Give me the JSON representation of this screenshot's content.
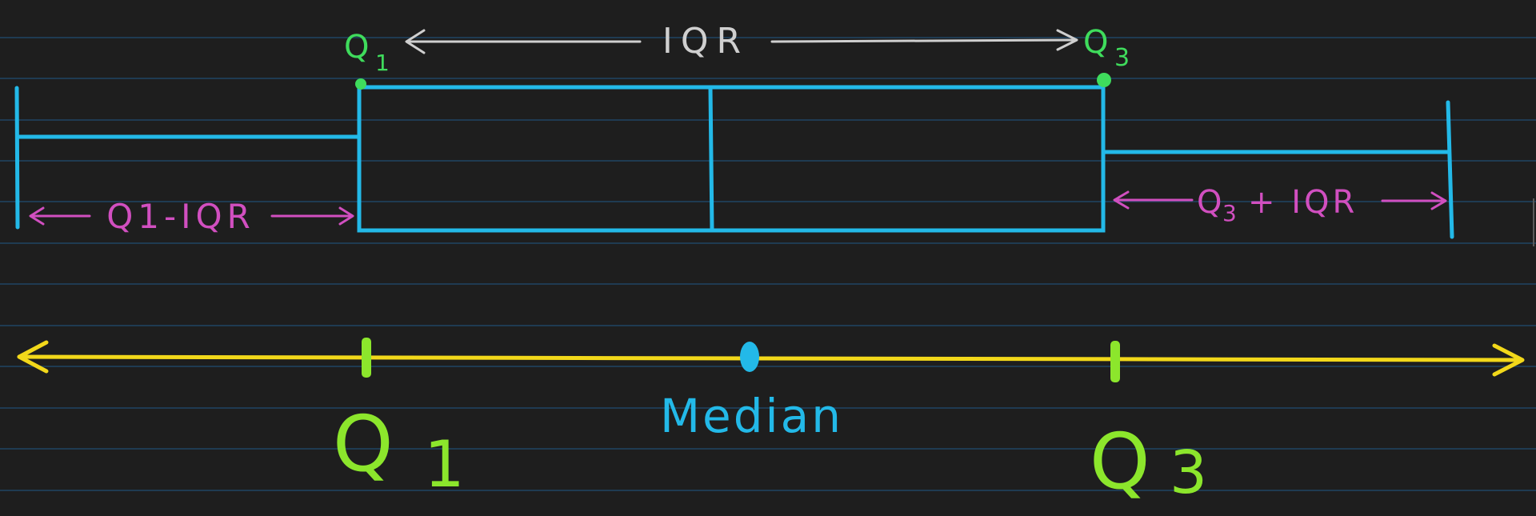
{
  "colors": {
    "background": "#1e1e1e",
    "ruled_line": "#1f3b52",
    "box": "#23b9e8",
    "axis": "#f2d81a",
    "marker": "#8ce62c",
    "iqr_label": "#cfcfcf",
    "quartile_top": "#3fdc5c",
    "whisker_label": "#d14fc0",
    "median_label": "#23b9e8"
  },
  "labels": {
    "q1_top": "Q",
    "q1_top_sub": "1",
    "q3_top": "Q",
    "q3_top_sub": "3",
    "iqr": "IQR",
    "left_whisker": "Q1-IQR",
    "right_whisker_q": "Q",
    "right_whisker_sub": "3",
    "right_whisker_rest": "+ IQR",
    "median": "Median",
    "q1_axis": "Q",
    "q1_axis_sub": "1",
    "q3_axis": "Q",
    "q3_axis_sub": "3"
  }
}
